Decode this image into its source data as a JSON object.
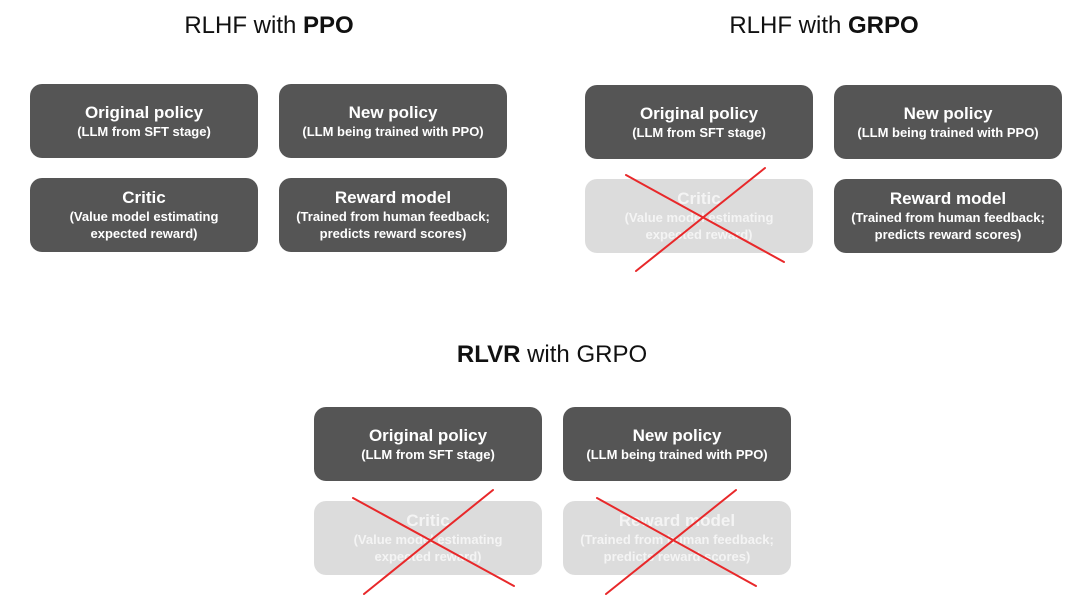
{
  "panels": {
    "ppo": {
      "title_pre": "RLHF with ",
      "title_bold": "PPO",
      "title_post": "",
      "boxes": {
        "original_policy": {
          "title": "Original policy",
          "sub": [
            "(LLM from SFT stage)"
          ]
        },
        "new_policy": {
          "title": "New policy",
          "sub": [
            "(LLM being trained with PPO)"
          ]
        },
        "critic": {
          "title": "Critic",
          "sub": [
            "(Value model estimating",
            "expected reward)"
          ]
        },
        "reward_model": {
          "title": "Reward model",
          "sub": [
            "(Trained from human feedback;",
            "predicts reward scores)"
          ]
        }
      }
    },
    "grpo": {
      "title_pre": "RLHF with ",
      "title_bold": "GRPO",
      "title_post": "",
      "boxes": {
        "original_policy": {
          "title": "Original policy",
          "sub": [
            "(LLM from SFT stage)"
          ]
        },
        "new_policy": {
          "title": "New policy",
          "sub": [
            "(LLM being trained with PPO)"
          ]
        },
        "critic": {
          "title": "Critic",
          "sub": [
            "(Value model estimating",
            "expected reward)"
          ]
        },
        "reward_model": {
          "title": "Reward model",
          "sub": [
            "(Trained from human feedback;",
            "predicts reward scores)"
          ]
        }
      }
    },
    "rlvr": {
      "title_pre": "",
      "title_bold": "RLVR",
      "title_post": " with GRPO",
      "boxes": {
        "original_policy": {
          "title": "Original policy",
          "sub": [
            "(LLM from SFT stage)"
          ]
        },
        "new_policy": {
          "title": "New policy",
          "sub": [
            "(LLM being trained with PPO)"
          ]
        },
        "critic": {
          "title": "Critic",
          "sub": [
            "(Value model estimating",
            "expected reward)"
          ]
        },
        "reward_model": {
          "title": "Reward model",
          "sub": [
            "(Trained from human feedback;",
            "predicts reward scores)"
          ]
        }
      }
    }
  },
  "colors": {
    "active_box": "#555555",
    "disabled_box": "#dcdcdc",
    "cross": "#e8282a"
  }
}
